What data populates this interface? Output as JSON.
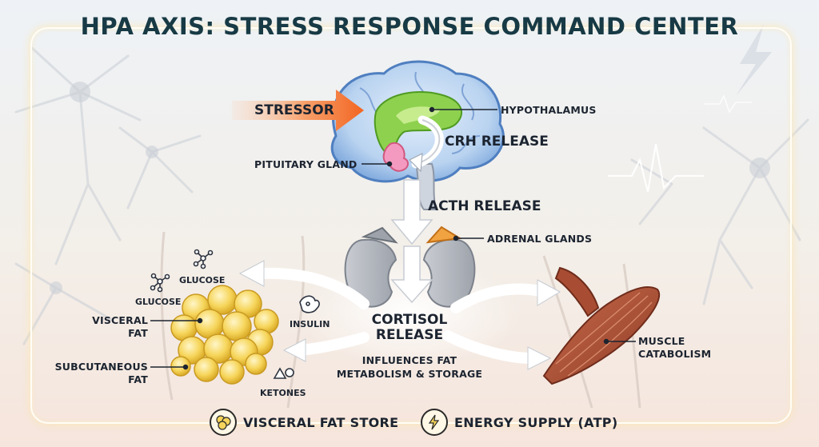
{
  "title": "HPA AXIS: STRESS RESPONSE COMMAND CENTER",
  "labels": {
    "stressor": "STRESSOR",
    "hypothalamus": "HYPOTHALAMUS",
    "crh_release": "CRH RELEASE",
    "pituitary_gland": "PITUITARY GLAND",
    "acth_release": "ACTH RELEASE",
    "adrenal_glands": "ADRENAL GLANDS",
    "cortisol_release_1": "CORTISOL",
    "cortisol_release_2": "RELEASE",
    "influences_1": "INFLUENCES FAT",
    "influences_2": "METABOLISM & STORAGE",
    "glucose_top": "GLUCOSE",
    "glucose_left": "GLUCOSE",
    "visceral_fat_1": "VISCERAL",
    "visceral_fat_2": "FAT",
    "subcutaneous_fat_1": "SUBCUTANEOUS",
    "subcutaneous_fat_2": "FAT",
    "insulin": "INSULIN",
    "ketones": "KETONES",
    "muscle_catabolism_1": "MUSCLE",
    "muscle_catabolism_2": "CATABOLISM"
  },
  "footer": {
    "visceral_fat_store": "VISCERAL FAT STORE",
    "energy_supply": "ENERGY SUPPLY (ATP)"
  },
  "icons": [
    "fat-cell-icon",
    "lightning-icon",
    "molecule-icon",
    "insulin-icon",
    "ketone-icon"
  ],
  "colors": {
    "stressor_arrow": "#f26522",
    "brain": "#b9d3f0",
    "hypothalamus": "#7cc943",
    "pituitary": "#f07aa8",
    "adrenal": "#f0a340",
    "fat": "#f6d55a",
    "muscle": "#b0563a"
  }
}
